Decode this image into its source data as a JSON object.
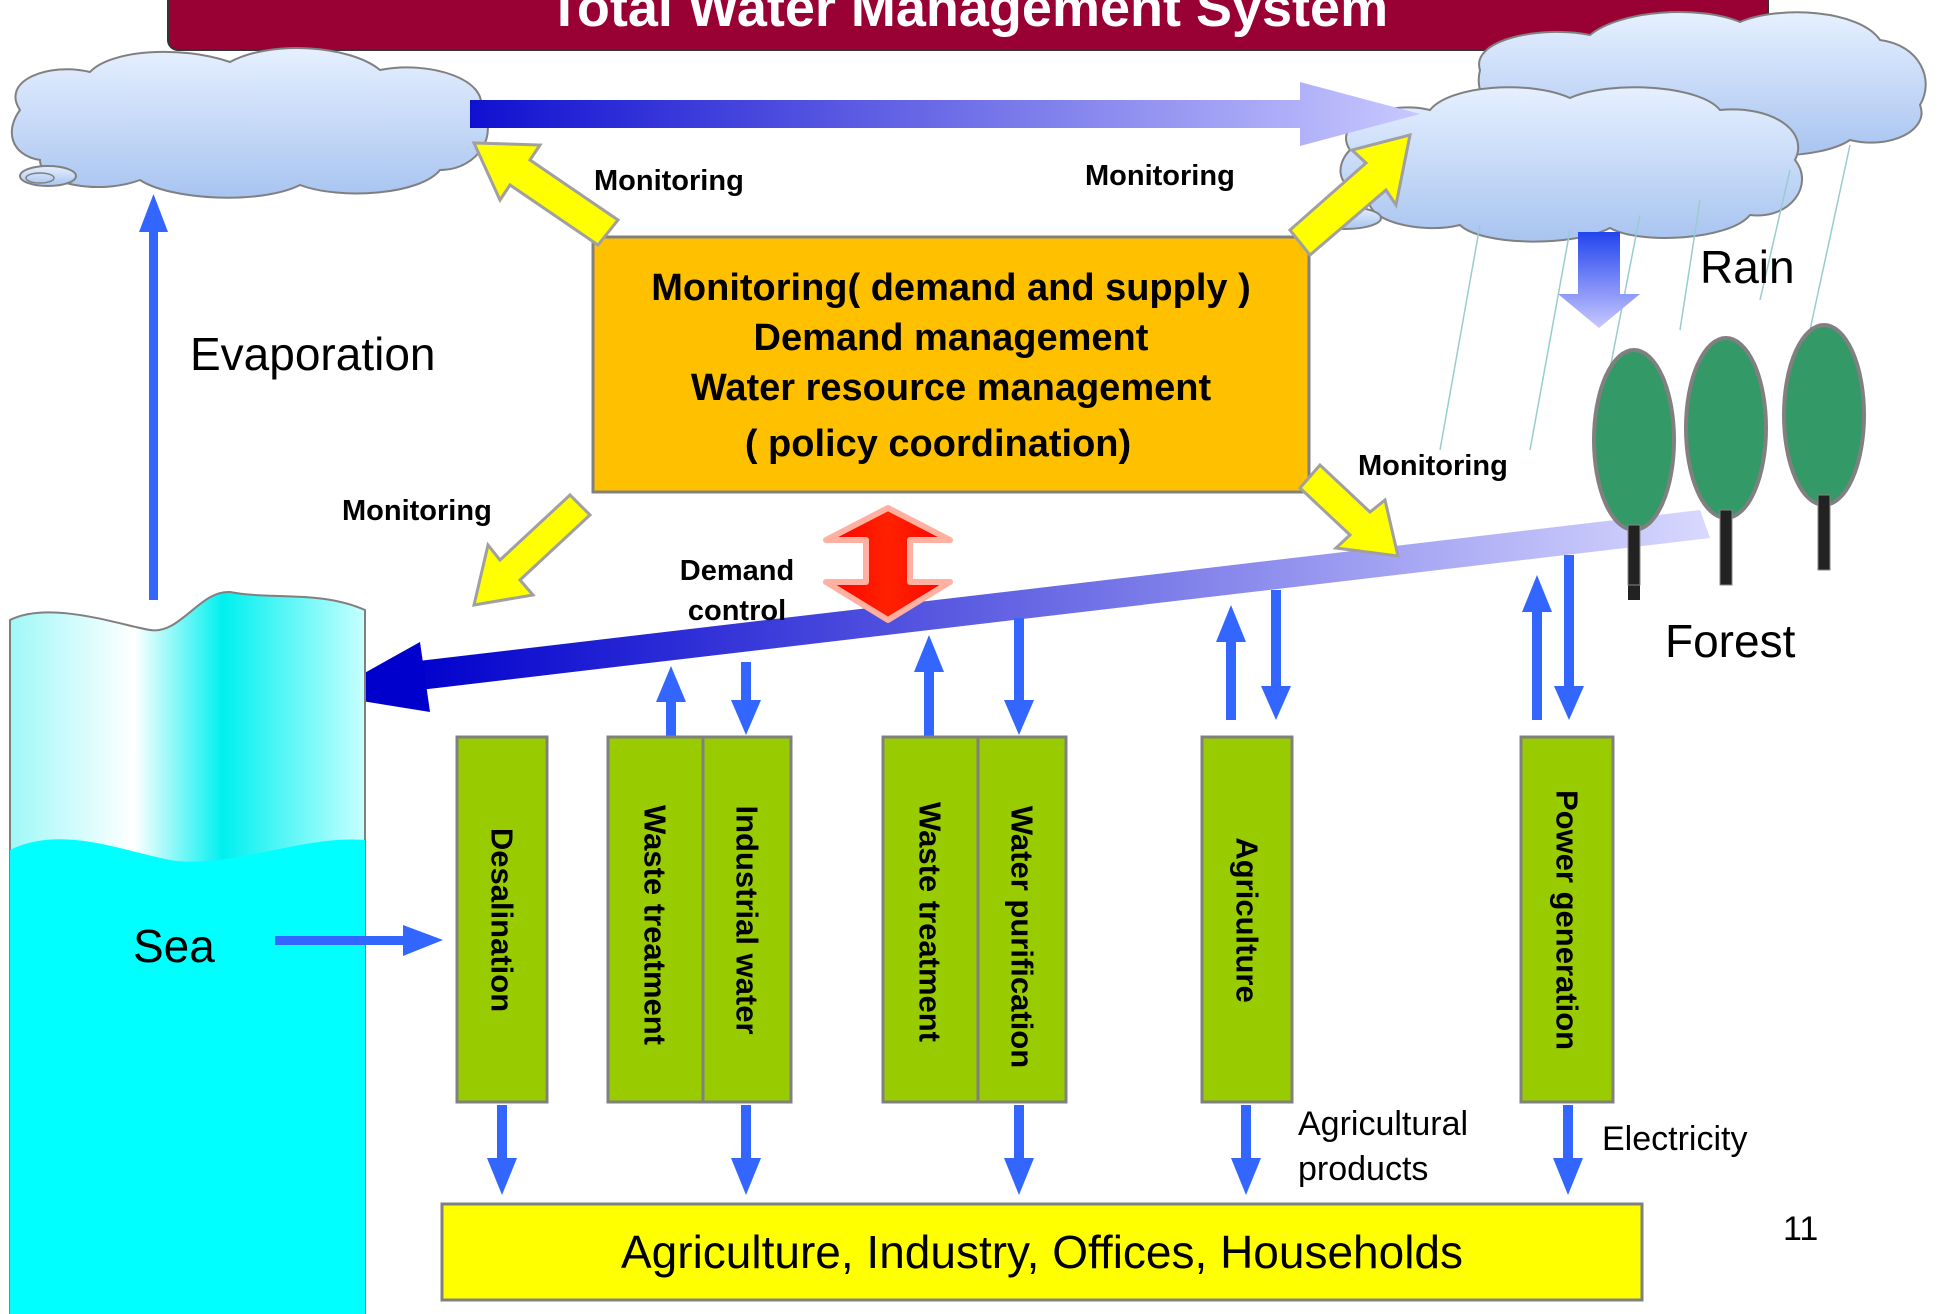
{
  "title": "Total Water Management System",
  "center_box": {
    "line1": "Monitoring( demand and supply )",
    "line2": "Demand management",
    "line3": "Water resource management",
    "line4": "( policy coordination)"
  },
  "monitoring_labels": {
    "top_left": "Monitoring",
    "top_right": "Monitoring",
    "bottom_left": "Monitoring",
    "bottom_right": "Monitoring"
  },
  "labels": {
    "evaporation": "Evaporation",
    "rain": "Rain",
    "forest": "Forest",
    "sea": "Sea",
    "demand_control_1": "Demand",
    "demand_control_2": "control",
    "agricultural_1": "Agricultural",
    "agricultural_2": "products",
    "electricity": "Electricity",
    "page_number": "11"
  },
  "facilities": {
    "desalination": "Desalination",
    "waste_treatment_1": "Waste treatment",
    "industrial_water": "Industrial water",
    "waste_treatment_2": "Waste treatment",
    "water_purification": "Water purification",
    "agriculture": "Agriculture",
    "power_generation": "Power generation"
  },
  "consumers": "Agriculture, Industry, Offices, Households",
  "colors": {
    "title_bg": "#990033",
    "center_box": "#FFC000",
    "facility": "#99CC00",
    "consumers_box": "#FFFF00",
    "sea": "#00FFFF",
    "arrow_blue": "#3366FF",
    "monitor_arrow": "#FFFF00",
    "demand_arrow": "#FF0000",
    "tree": "#339966"
  }
}
